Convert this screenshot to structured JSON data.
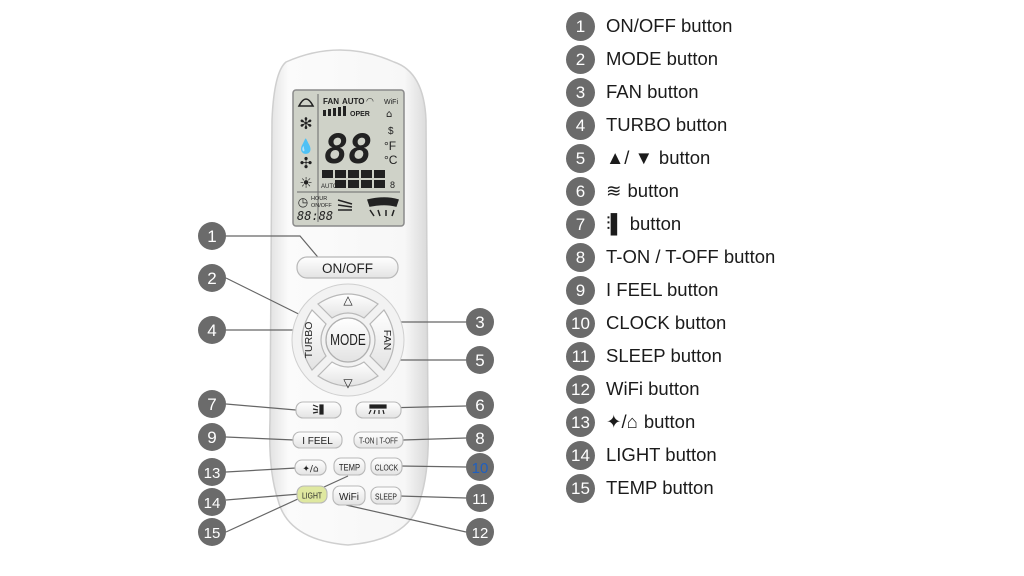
{
  "lcd": {
    "fan": "FAN",
    "auto": "AUTO",
    "wifi": "WiFi",
    "oper": "OPER",
    "digits": "88",
    "fahrenheit": "°F",
    "celsius": "°C",
    "hour": "HOUR",
    "onoff": "ON/OFF",
    "timer": "88:88",
    "auto_small": "AUTO"
  },
  "remote": {
    "onoff": "ON/OFF",
    "mode": "MODE",
    "turbo": "TURBO",
    "fan": "FAN",
    "up": "△",
    "down": "▽",
    "light": "LIGHT",
    "temp": "TEMP",
    "wifi": "WiFi",
    "ifeel": "I FEEL",
    "tontoff": "T-ON | T-OFF",
    "clock": "CLOCK",
    "sleep": "SLEEP",
    "health": "✦/⌂"
  },
  "callouts": [
    "1",
    "2",
    "3",
    "4",
    "5",
    "6",
    "7",
    "8",
    "9",
    "10",
    "11",
    "12",
    "13",
    "14",
    "15"
  ],
  "legend": [
    {
      "num": "1",
      "label": "ON/OFF button",
      "glyph": ""
    },
    {
      "num": "2",
      "label": "MODE button",
      "glyph": ""
    },
    {
      "num": "3",
      "label": "FAN button",
      "glyph": ""
    },
    {
      "num": "4",
      "label": "TURBO button",
      "glyph": ""
    },
    {
      "num": "5",
      "label": "button",
      "glyph": "▲/ ▼"
    },
    {
      "num": "6",
      "label": "button",
      "glyph": "≋"
    },
    {
      "num": "7",
      "label": "button",
      "glyph": "⫶▌"
    },
    {
      "num": "8",
      "label": "T-ON / T-OFF button",
      "glyph": ""
    },
    {
      "num": "9",
      "label": "I FEEL button",
      "glyph": ""
    },
    {
      "num": "10",
      "label": "CLOCK button",
      "glyph": ""
    },
    {
      "num": "11",
      "label": "SLEEP button",
      "glyph": ""
    },
    {
      "num": "12",
      "label": "WiFi button",
      "glyph": ""
    },
    {
      "num": "13",
      "label": "button",
      "glyph": "✦/⌂"
    },
    {
      "num": "14",
      "label": "LIGHT button",
      "glyph": ""
    },
    {
      "num": "15",
      "label": "TEMP button",
      "glyph": ""
    }
  ],
  "colors": {
    "callout": "#6b6b6b",
    "lcd": "#cfd2c8",
    "light_button": "#dfe8a0",
    "callout_10_text": "#1f5fbf"
  }
}
